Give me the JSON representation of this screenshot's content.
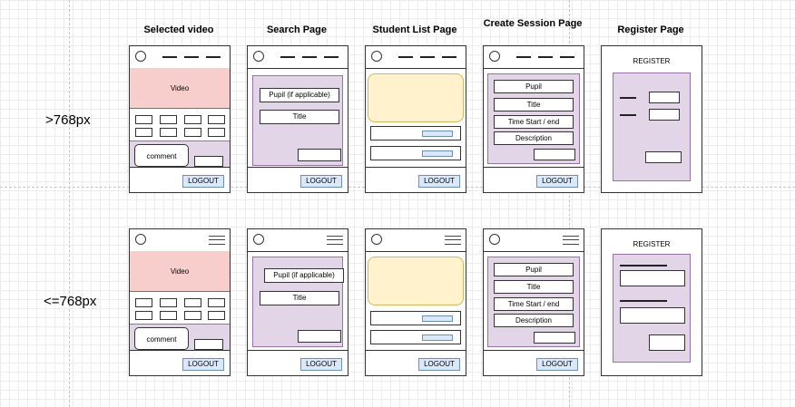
{
  "columns": [
    "Selected video",
    "Search Page",
    "Student List Page",
    "Create Session Page",
    "Register Page"
  ],
  "rows": [
    ">768px",
    "<=768px"
  ],
  "labels": {
    "video": "Video",
    "comment": "comment",
    "logout": "LOGOUT",
    "pupil_if_applicable": "Pupil (if applicable)",
    "title": "Title",
    "pupil": "Pupil",
    "time": "Time Start / end",
    "description": "Description",
    "register": "REGISTER"
  },
  "colors": {
    "video_fill": "#f8cecc",
    "panel_fill": "#e1d5e7",
    "list_fill": "#fff2cc",
    "button_fill": "#dae8fc"
  }
}
